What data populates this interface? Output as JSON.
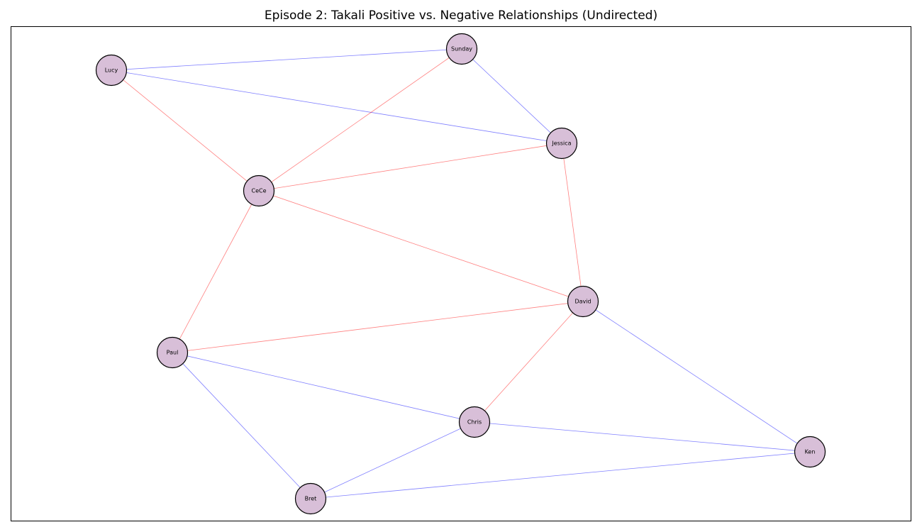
{
  "title": "Episode 2: Takali Positive vs. Negative Relationships (Undirected)",
  "colors": {
    "node_fill": "#d8bfd8",
    "node_stroke": "#000000",
    "positive_edge": "#0000ff",
    "negative_edge": "#ff0000"
  },
  "graph": {
    "nodes": [
      {
        "id": "lucy",
        "label": "Lucy"
      },
      {
        "id": "sunday",
        "label": "Sunday"
      },
      {
        "id": "jessica",
        "label": "Jessica"
      },
      {
        "id": "cece",
        "label": "CeCe"
      },
      {
        "id": "david",
        "label": "David"
      },
      {
        "id": "paul",
        "label": "Paul"
      },
      {
        "id": "chris",
        "label": "Chris"
      },
      {
        "id": "ken",
        "label": "Ken"
      },
      {
        "id": "bret",
        "label": "Bret"
      }
    ],
    "edges": [
      {
        "source": "lucy",
        "target": "sunday",
        "sign": "positive"
      },
      {
        "source": "lucy",
        "target": "jessica",
        "sign": "positive"
      },
      {
        "source": "lucy",
        "target": "cece",
        "sign": "negative"
      },
      {
        "source": "sunday",
        "target": "jessica",
        "sign": "positive"
      },
      {
        "source": "sunday",
        "target": "cece",
        "sign": "negative"
      },
      {
        "source": "jessica",
        "target": "cece",
        "sign": "negative"
      },
      {
        "source": "jessica",
        "target": "david",
        "sign": "negative"
      },
      {
        "source": "cece",
        "target": "david",
        "sign": "negative"
      },
      {
        "source": "cece",
        "target": "paul",
        "sign": "negative"
      },
      {
        "source": "david",
        "target": "paul",
        "sign": "negative"
      },
      {
        "source": "david",
        "target": "chris",
        "sign": "negative"
      },
      {
        "source": "david",
        "target": "ken",
        "sign": "positive"
      },
      {
        "source": "paul",
        "target": "chris",
        "sign": "positive"
      },
      {
        "source": "paul",
        "target": "bret",
        "sign": "positive"
      },
      {
        "source": "chris",
        "target": "ken",
        "sign": "positive"
      },
      {
        "source": "chris",
        "target": "bret",
        "sign": "positive"
      },
      {
        "source": "bret",
        "target": "ken",
        "sign": "positive"
      }
    ]
  }
}
